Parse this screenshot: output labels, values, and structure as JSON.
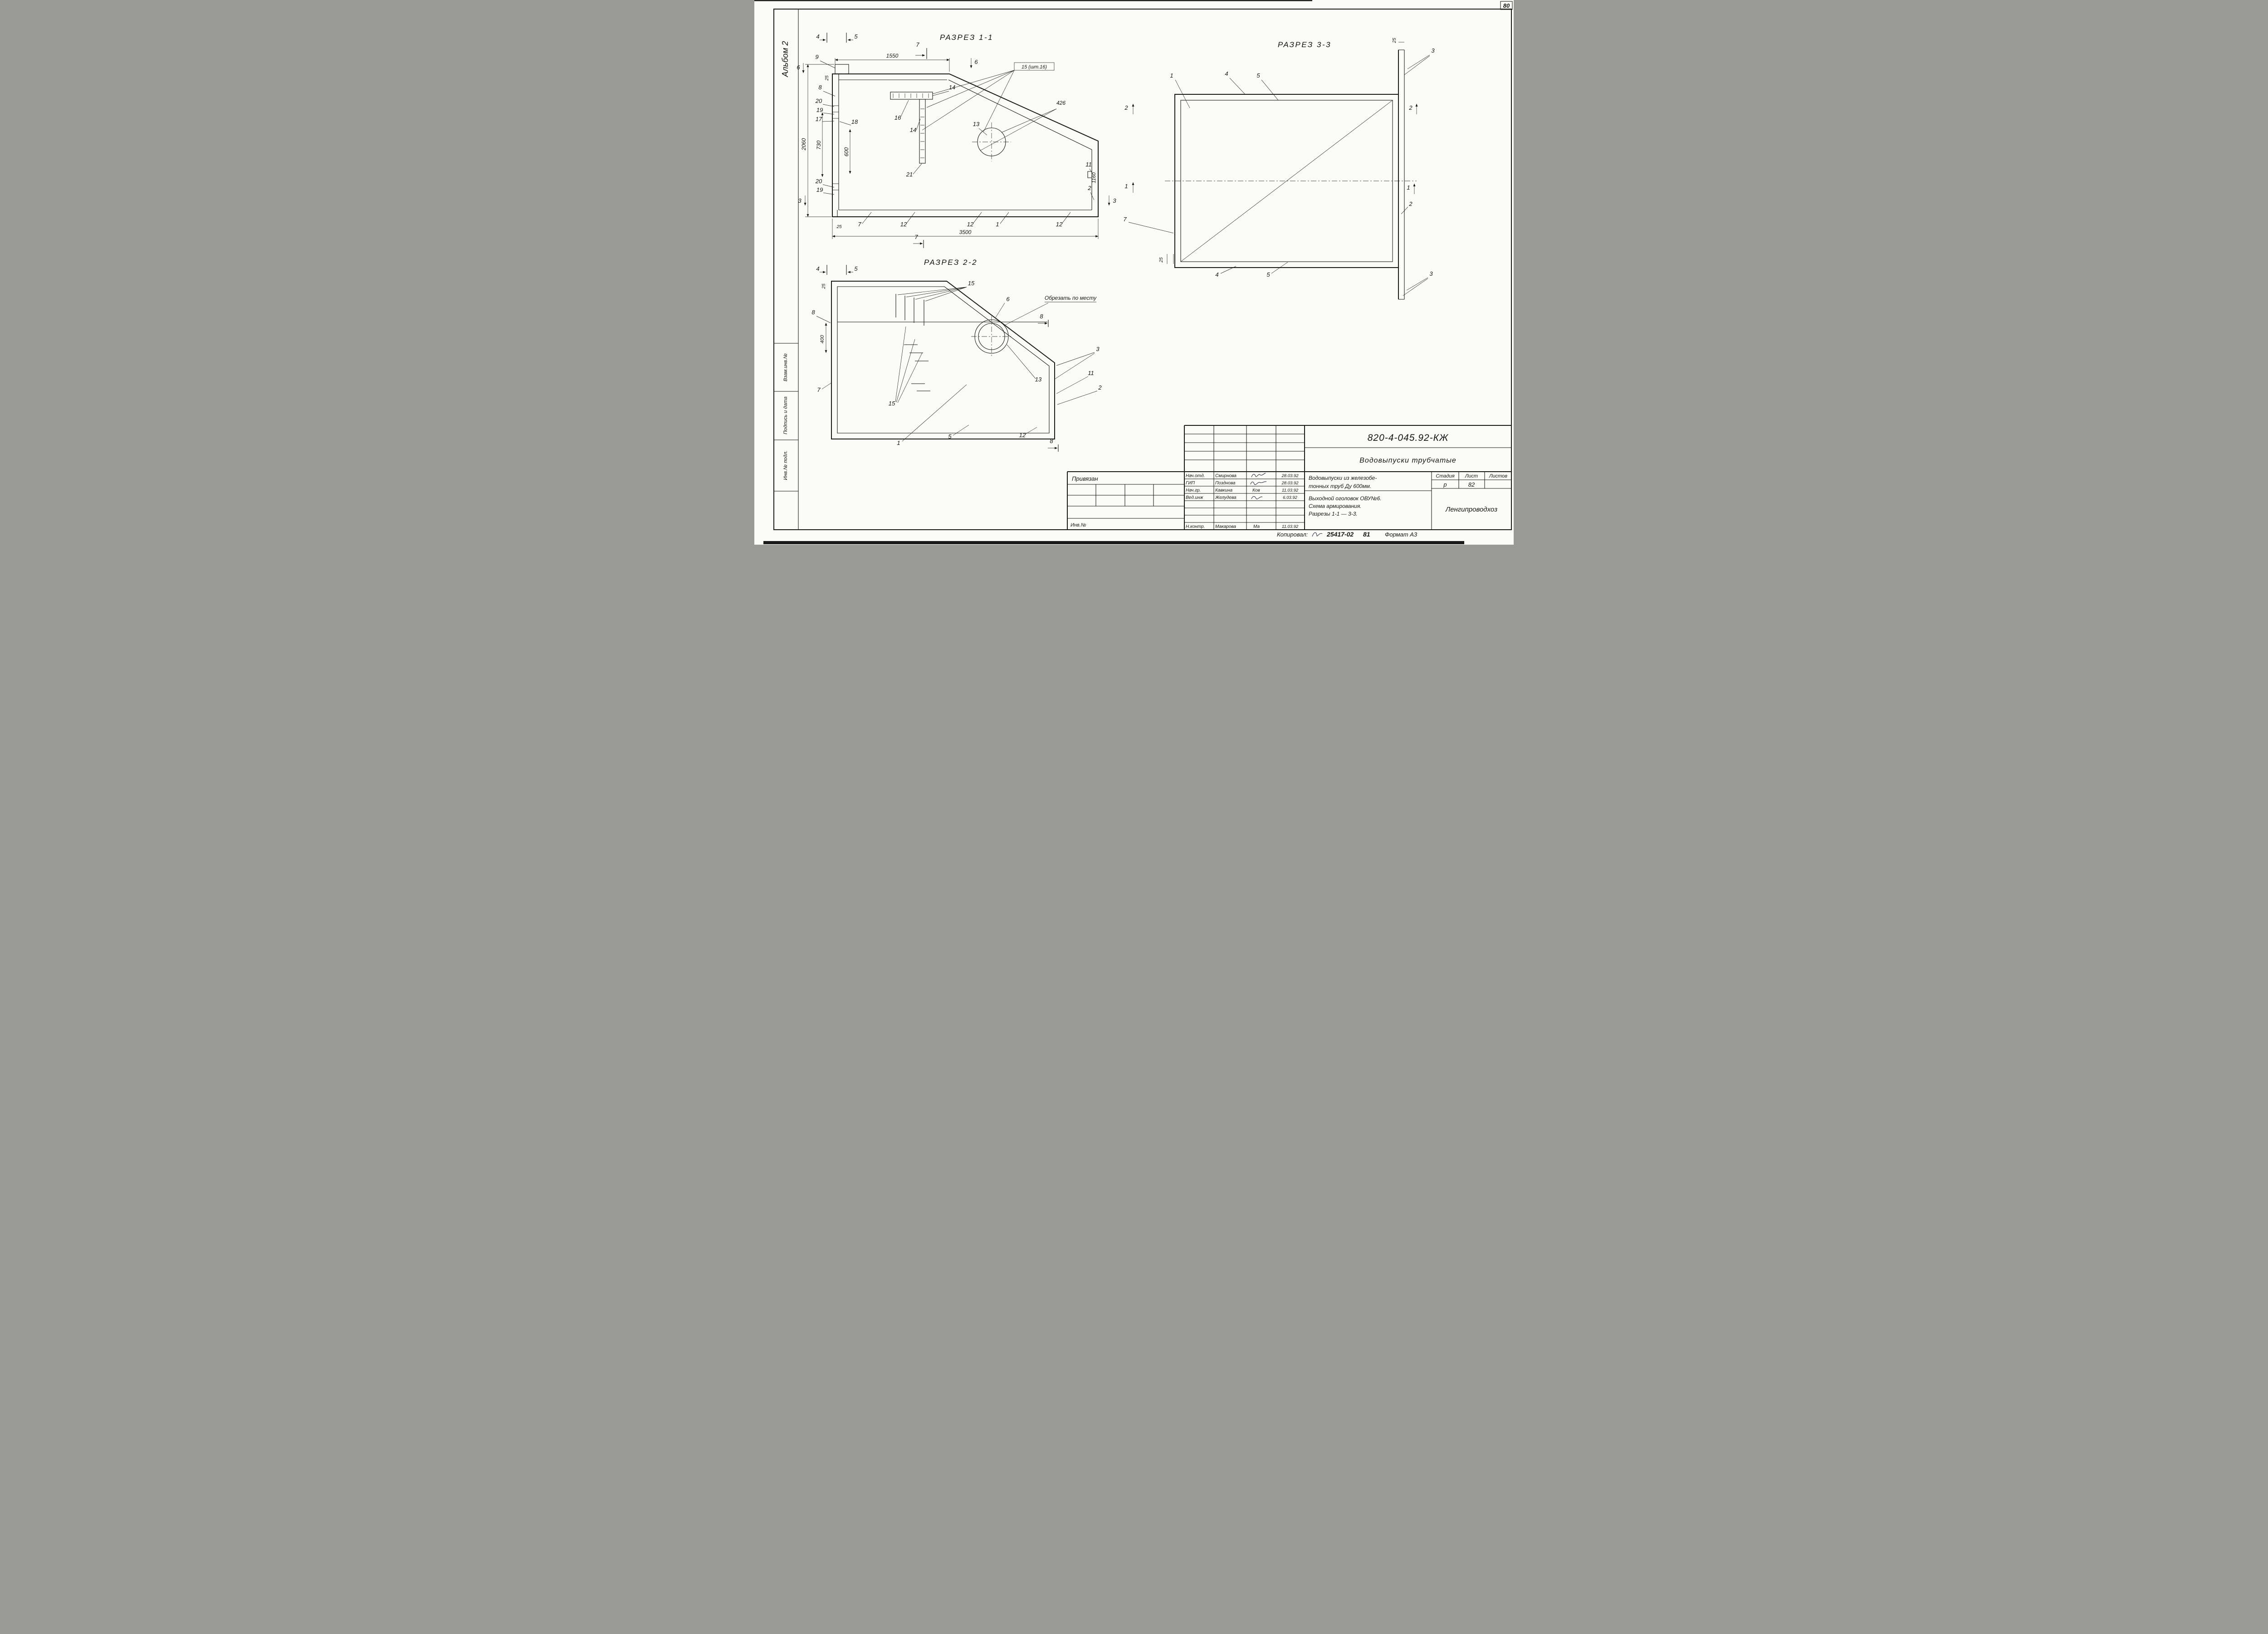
{
  "sheet": {
    "page_number": "80",
    "album": "Альбом 2",
    "stamp_vzam": "Взам.инв.№",
    "stamp_podpis": "Подпись и дата",
    "stamp_inv": "Инв.№ подл.",
    "footer_kopiroval": "Копировал:",
    "footer_code": "25417-02",
    "footer_num": "81",
    "footer_format": "Формат А3"
  },
  "titles": {
    "s11": "РАЗРЕЗ 1-1",
    "s22": "РАЗРЕЗ 2-2",
    "s33": "РАЗРЕЗ 3-3"
  },
  "notes": {
    "cut": "Обрезать по месту"
  },
  "nums": {
    "n1": "1",
    "n2": "2",
    "n3": "3",
    "n4": "4",
    "n5": "5",
    "n6": "6",
    "n7": "7",
    "n8": "8",
    "n9": "9",
    "n11": "11",
    "n12": "12",
    "n13": "13",
    "n14": "14",
    "n15": "15",
    "n16": "16",
    "n17": "17",
    "n18": "18",
    "n19": "19",
    "n20": "20",
    "n21": "21",
    "n15sht": "15 (шт.16)"
  },
  "dims": {
    "d25": "25",
    "d400": "400",
    "d426": "426",
    "d600": "600",
    "d730": "730",
    "d1160": "1160",
    "d1550": "1550",
    "d2060": "2060",
    "d3500": "3500"
  },
  "titleblock": {
    "doc_number": "820-4-045.92-КЖ",
    "doc_title": "Водовыпуски  трубчатые",
    "desc1": "Водовыпуски  из  железобе-",
    "desc2": "тонных труб Ду 600мм.",
    "name1": "Выходной  оголовок ОВУ№6.",
    "name2": "Схема  армирования.",
    "name3": "Разрезы 1-1 — 3-3.",
    "stage_h": "Стадия",
    "list_h": "Лист",
    "listov_h": "Листов",
    "stage_v": "р",
    "list_v": "82",
    "org": "Ленгипроводхоз",
    "privyazan": "Привязан",
    "inv": "Инв.№",
    "rows": [
      {
        "role": "Нач.отд.",
        "name": "Смирнова",
        "sig": "",
        "date": "28.03.92"
      },
      {
        "role": "ГИП",
        "name": "Позднова",
        "sig": "",
        "date": "28.03.92"
      },
      {
        "role": "Нач.гр.",
        "name": "Кавкина",
        "sig": "Ков",
        "date": "11.03.92"
      },
      {
        "role": "Вед.инж",
        "name": "Желудева",
        "sig": "",
        "date": "6.03.92"
      },
      {
        "role": "Н.контр.",
        "name": "Макарова",
        "sig": "Ма",
        "date": "11.03.92"
      }
    ]
  }
}
